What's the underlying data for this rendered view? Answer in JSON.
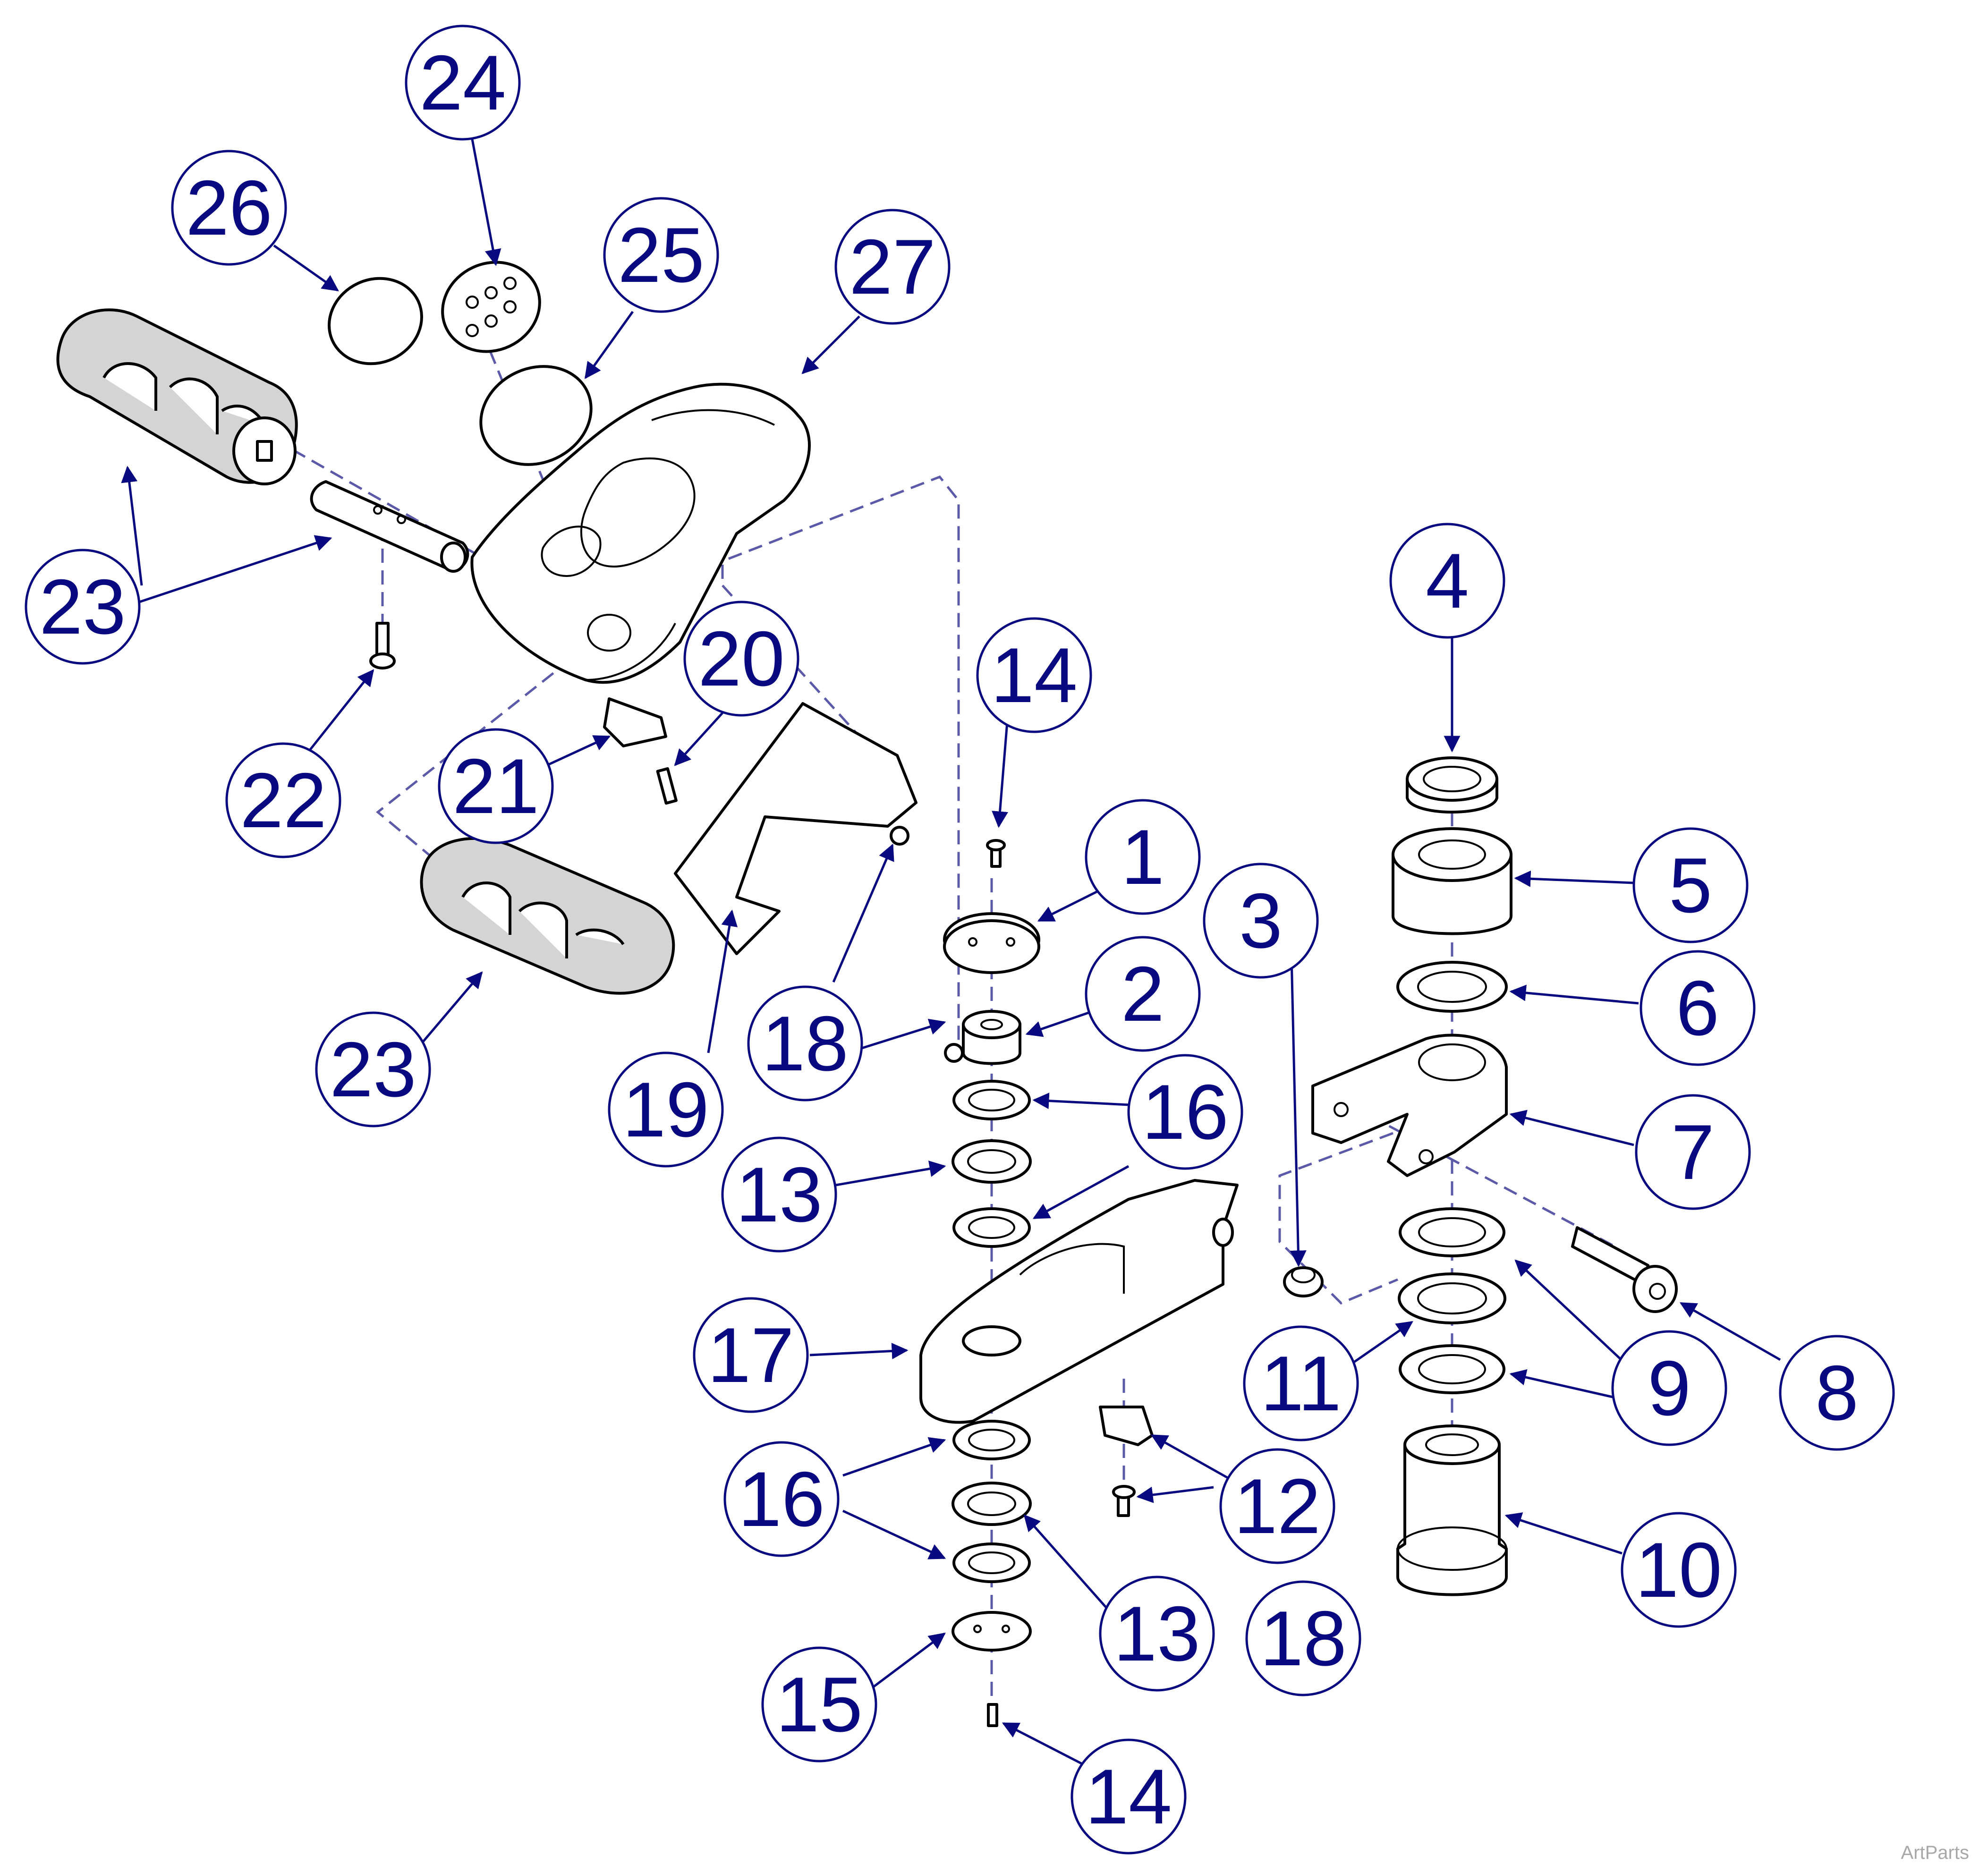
{
  "callouts": [
    {
      "id": "c1",
      "label": "1"
    },
    {
      "id": "c2",
      "label": "2"
    },
    {
      "id": "c3",
      "label": "3"
    },
    {
      "id": "c4",
      "label": "4"
    },
    {
      "id": "c5",
      "label": "5"
    },
    {
      "id": "c6",
      "label": "6"
    },
    {
      "id": "c7",
      "label": "7"
    },
    {
      "id": "c8",
      "label": "8"
    },
    {
      "id": "c9",
      "label": "9"
    },
    {
      "id": "c10",
      "label": "10"
    },
    {
      "id": "c11",
      "label": "11"
    },
    {
      "id": "c12",
      "label": "12"
    },
    {
      "id": "c13a",
      "label": "13"
    },
    {
      "id": "c13b",
      "label": "13"
    },
    {
      "id": "c14a",
      "label": "14"
    },
    {
      "id": "c14b",
      "label": "14"
    },
    {
      "id": "c15",
      "label": "15"
    },
    {
      "id": "c16a",
      "label": "16"
    },
    {
      "id": "c16b",
      "label": "16"
    },
    {
      "id": "c17",
      "label": "17"
    },
    {
      "id": "c18a",
      "label": "18"
    },
    {
      "id": "c18b",
      "label": "18"
    },
    {
      "id": "c19",
      "label": "19"
    },
    {
      "id": "c20",
      "label": "20"
    },
    {
      "id": "c21",
      "label": "21"
    },
    {
      "id": "c22",
      "label": "22"
    },
    {
      "id": "c23a",
      "label": "23"
    },
    {
      "id": "c23b",
      "label": "23"
    },
    {
      "id": "c24",
      "label": "24"
    },
    {
      "id": "c25",
      "label": "25"
    },
    {
      "id": "c26",
      "label": "26"
    },
    {
      "id": "c27",
      "label": "27"
    }
  ],
  "credit": "ArtParts",
  "colors": {
    "callout": "#0a0a80",
    "dashed_axis": "#5a5aa8",
    "part_outline": "#000000"
  }
}
